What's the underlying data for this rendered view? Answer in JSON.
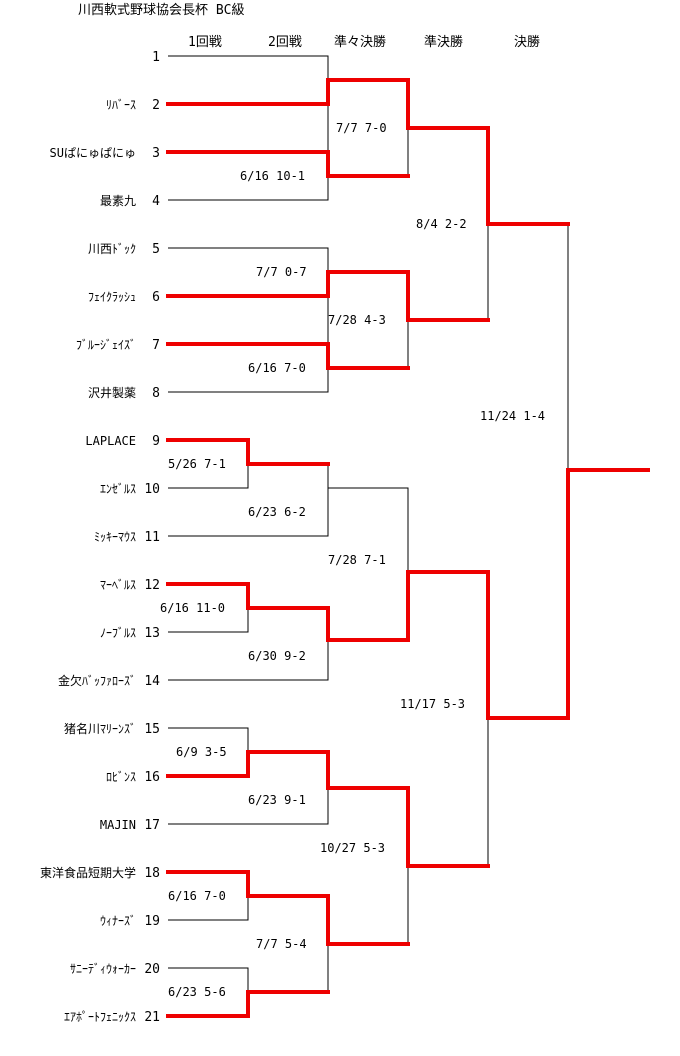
{
  "title": "川西軟式野球協会長杯 BC級",
  "rounds": [
    "1回戦",
    "2回戦",
    "準々決勝",
    "準決勝",
    "決勝"
  ],
  "teams": [
    {
      "num": "1",
      "name": ""
    },
    {
      "num": "2",
      "name": "ﾘﾊﾞｰｽ"
    },
    {
      "num": "3",
      "name": "SUぱにゅぱにゅ"
    },
    {
      "num": "4",
      "name": "最素九"
    },
    {
      "num": "5",
      "name": "川西ﾄﾞｯｸ"
    },
    {
      "num": "6",
      "name": "ﾌｪｲｸﾗｯｼｭ"
    },
    {
      "num": "7",
      "name": "ﾌﾞﾙｰｼﾞｪｲｽﾞ"
    },
    {
      "num": "8",
      "name": "沢井製薬"
    },
    {
      "num": "9",
      "name": "LAPLACE"
    },
    {
      "num": "10",
      "name": "ｴﾝｾﾞﾙｽ"
    },
    {
      "num": "11",
      "name": "ﾐｯｷｰﾏｳｽ"
    },
    {
      "num": "12",
      "name": "ﾏｰﾍﾞﾙｽ"
    },
    {
      "num": "13",
      "name": "ﾉｰﾌﾞﾙｽ"
    },
    {
      "num": "14",
      "name": "金欠ﾊﾞｯﾌｧﾛｰｽﾞ"
    },
    {
      "num": "15",
      "name": "猪名川ﾏﾘｰﾝｽﾞ"
    },
    {
      "num": "16",
      "name": "ﾛﾋﾞﾝｽ"
    },
    {
      "num": "17",
      "name": "MAJIN"
    },
    {
      "num": "18",
      "name": "東洋食品短期大学"
    },
    {
      "num": "19",
      "name": "ｳｨﾅｰｽﾞ"
    },
    {
      "num": "20",
      "name": "ｻﾆｰﾃﾞｨｳｫｰｶｰ"
    },
    {
      "num": "21",
      "name": "ｴｱﾎﾟｰﾄﾌｪﾆｯｸｽ"
    }
  ],
  "results": {
    "r1": [
      {
        "match": "9-10",
        "text": "5/26  7-1"
      },
      {
        "match": "12-13",
        "text": "6/16  11-0"
      },
      {
        "match": "15-16",
        "text": "6/9  3-5"
      },
      {
        "match": "18-19",
        "text": "6/16  7-0"
      },
      {
        "match": "20-21",
        "text": "6/23  5-6"
      }
    ],
    "r2": [
      {
        "match": "3-4",
        "text": "6/16  10-1"
      },
      {
        "match": "5-6",
        "text": "7/7  0-7"
      },
      {
        "match": "7-8",
        "text": "6/16  7-0"
      },
      {
        "match": "W9-11",
        "text": "6/23  6-2"
      },
      {
        "match": "W12-14",
        "text": "6/30  9-2"
      },
      {
        "match": "W15-17",
        "text": "6/23  9-1"
      },
      {
        "match": "W18-W20",
        "text": "7/7  5-4"
      }
    ],
    "qf": [
      {
        "match": "A",
        "text": "7/7  7-0"
      },
      {
        "match": "B",
        "text": "7/28  4-3"
      },
      {
        "match": "C",
        "text": "7/28  7-1"
      },
      {
        "match": "D",
        "text": "10/27  5-3"
      }
    ],
    "sf": [
      {
        "match": "top",
        "text": "8/4  2-2"
      },
      {
        "match": "bottom",
        "text": "11/17  5-3"
      }
    ],
    "final": {
      "text": "11/24  1-4"
    }
  },
  "colors": {
    "winner_line": "#ee0000",
    "line": "#000000"
  }
}
